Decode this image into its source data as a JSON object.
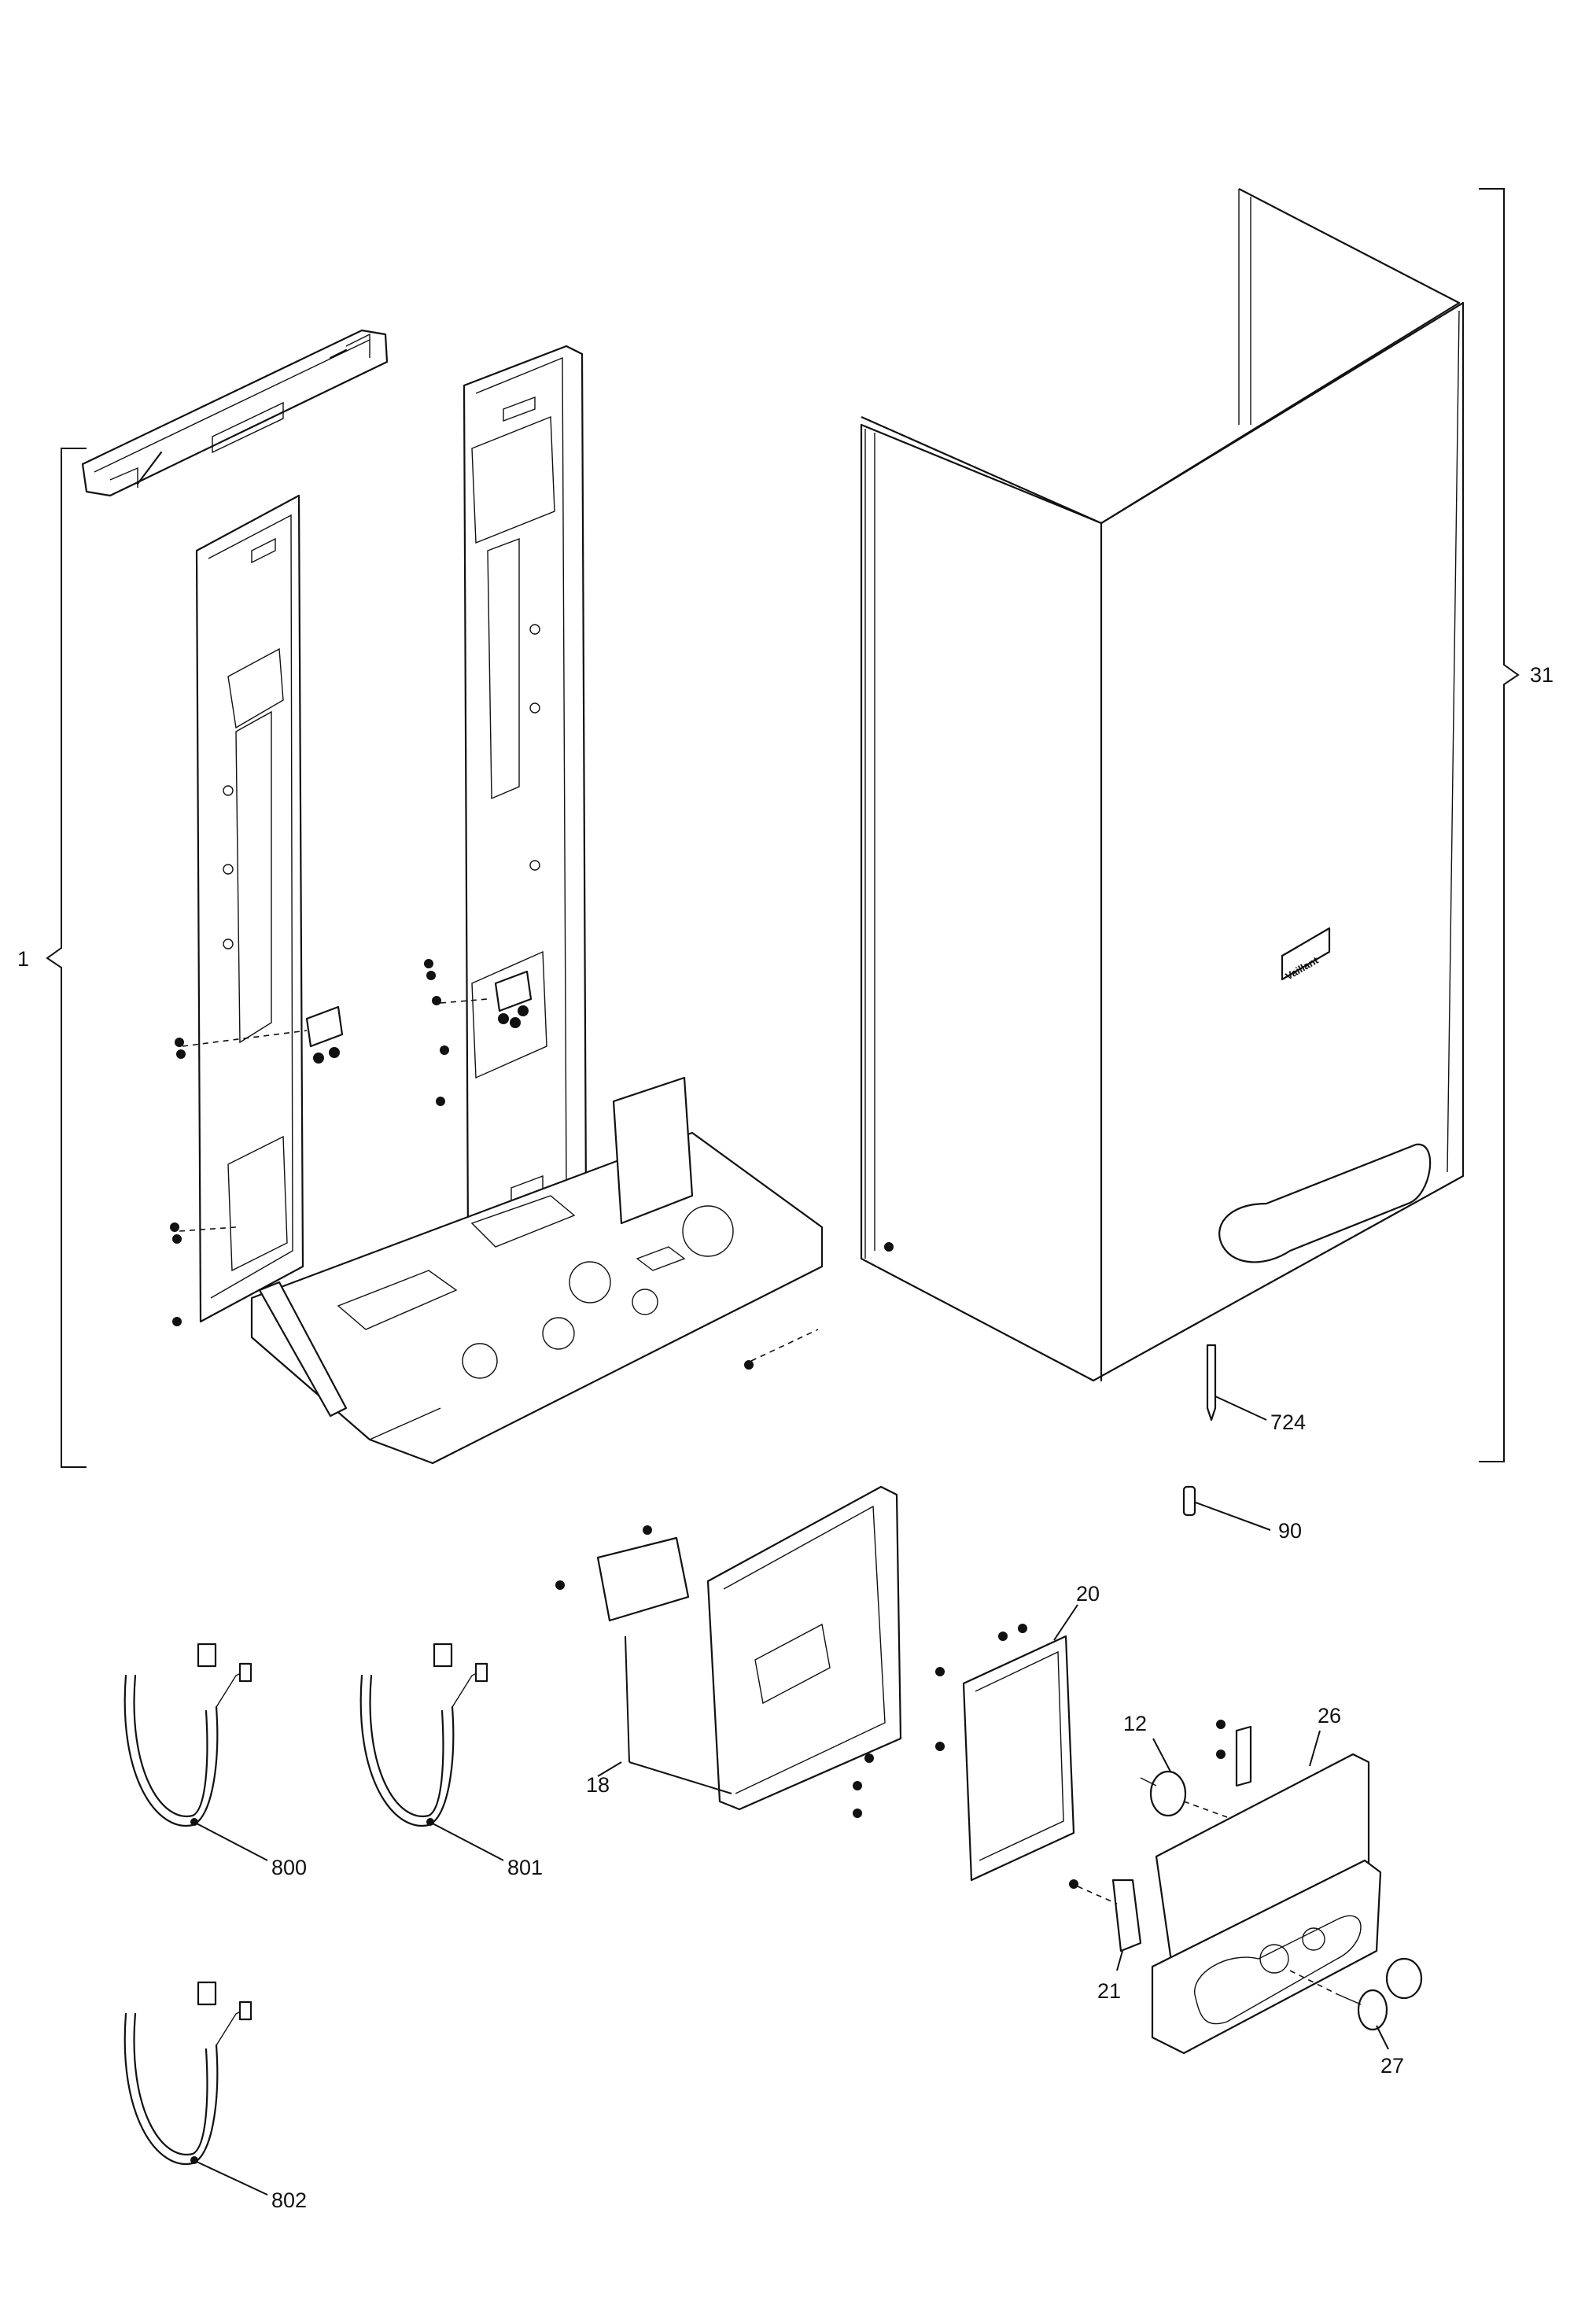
{
  "diagram": {
    "type": "exploded-parts-diagram",
    "brand_badge": "Vaillant",
    "callouts": [
      {
        "id": "1",
        "label": "1",
        "part": "chassis-frame-assembly"
      },
      {
        "id": "31",
        "label": "31",
        "part": "front-casing"
      },
      {
        "id": "724",
        "label": "724",
        "part": "pen-tool"
      },
      {
        "id": "90",
        "label": "90",
        "part": "pin"
      },
      {
        "id": "20",
        "label": "20",
        "part": "circuit-board"
      },
      {
        "id": "18",
        "label": "18",
        "part": "control-box-housing"
      },
      {
        "id": "12",
        "label": "12",
        "part": "knob"
      },
      {
        "id": "26",
        "label": "26",
        "part": "control-box"
      },
      {
        "id": "21",
        "label": "21",
        "part": "connector-clip"
      },
      {
        "id": "27",
        "label": "27",
        "part": "control-knob"
      },
      {
        "id": "800",
        "label": "800",
        "part": "cable-harness"
      },
      {
        "id": "801",
        "label": "801",
        "part": "cable-harness"
      },
      {
        "id": "802",
        "label": "802",
        "part": "cable-harness"
      }
    ]
  }
}
